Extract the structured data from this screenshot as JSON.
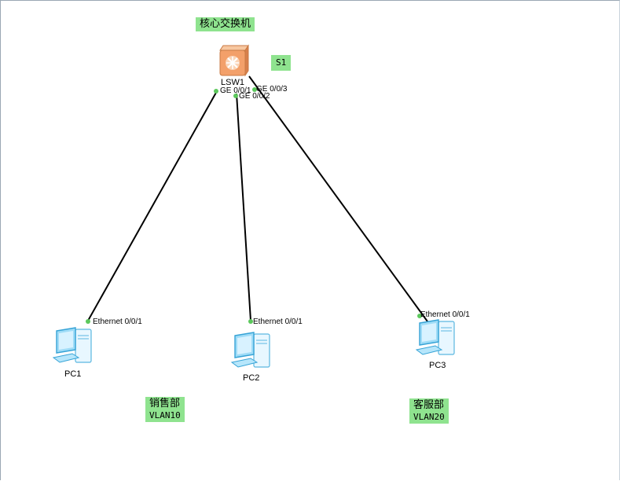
{
  "topology": {
    "core_title": "核心交换机",
    "switch_tag": "S1",
    "switch": {
      "name": "LSW1",
      "icon": "switch-icon",
      "color": "#f3a06a"
    },
    "switch_ports": [
      "GE 0/0/1",
      "GE 0/0/2",
      "GE 0/0/3"
    ],
    "pcs": [
      {
        "name": "PC1",
        "port": "Ethernet 0/0/1",
        "icon": "pc-icon"
      },
      {
        "name": "PC2",
        "port": "Ethernet 0/0/1",
        "icon": "pc-icon"
      },
      {
        "name": "PC3",
        "port": "Ethernet 0/0/1",
        "icon": "pc-icon"
      }
    ],
    "departments": [
      {
        "name": "销售部",
        "vlan": "VLAN10"
      },
      {
        "name": "客服部",
        "vlan": "VLAN20"
      }
    ],
    "colors": {
      "label_bg": "#8fe38f",
      "link": "#000000",
      "port_dot": "#5cc85c"
    }
  }
}
